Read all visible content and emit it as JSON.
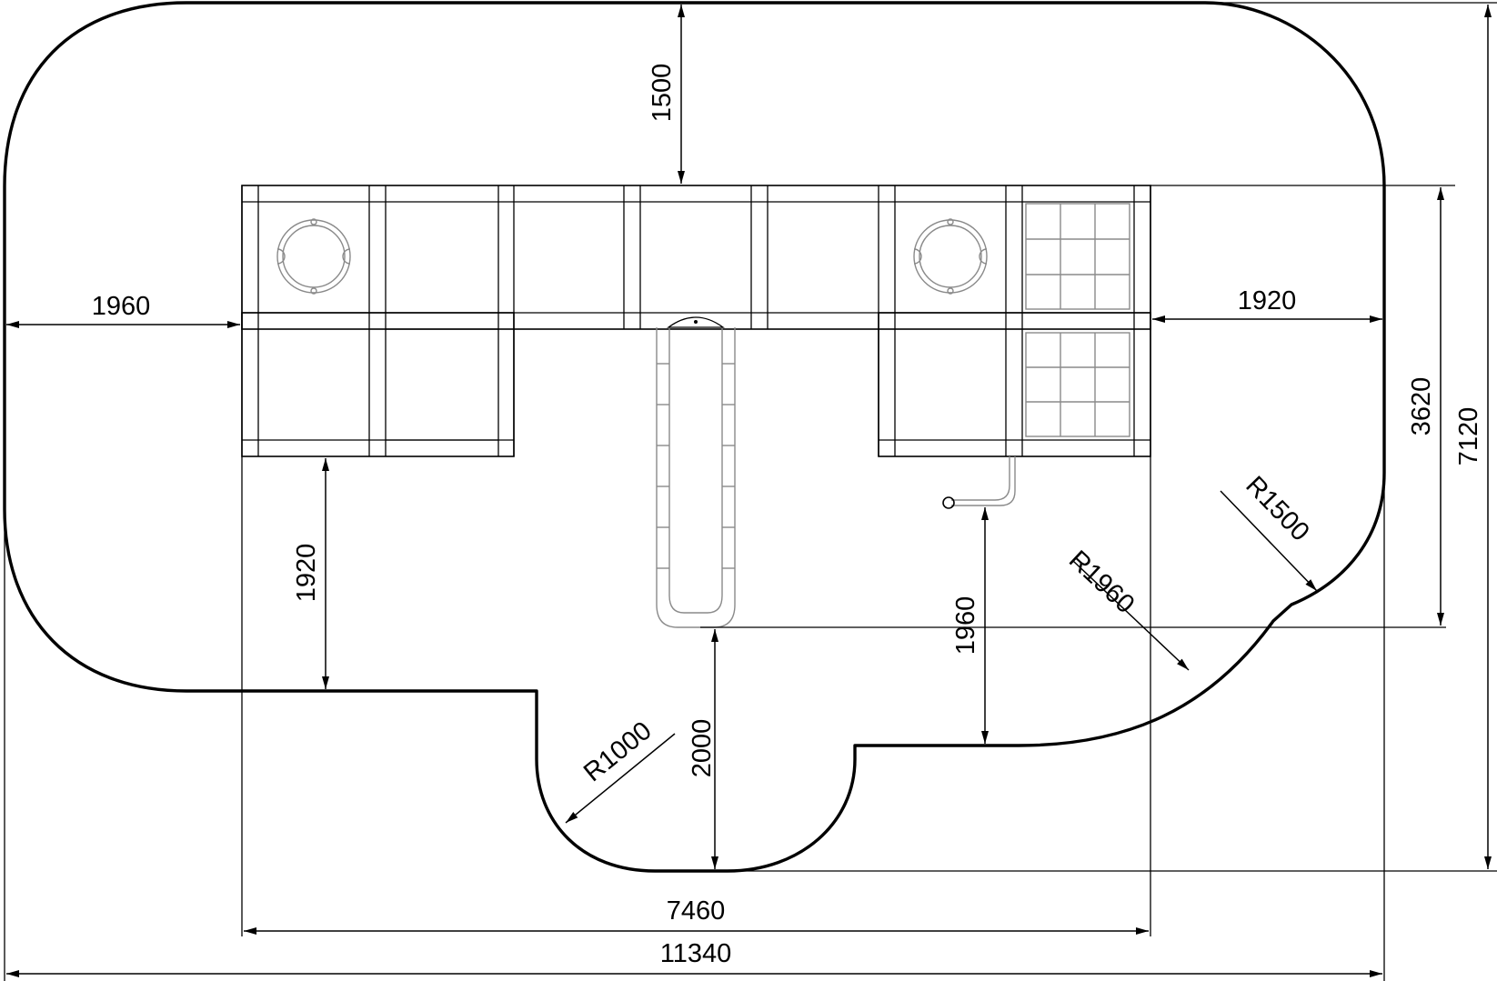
{
  "dimensions": {
    "top_clearance": "1500",
    "left_clearance": "1960",
    "right_clearance": "1920",
    "depth_structure": "3620",
    "depth_total": "7120",
    "left_front_clearance": "1920",
    "right_front_clearance": "1960",
    "slide_clearance": "2000",
    "width_structure": "7460",
    "width_total": "11340",
    "radius_inner": "R1000",
    "radius_mid": "R1960",
    "radius_outer": "R1500"
  },
  "colors": {
    "line": "#000000",
    "background": "#ffffff",
    "net": "#8a8a8a"
  }
}
